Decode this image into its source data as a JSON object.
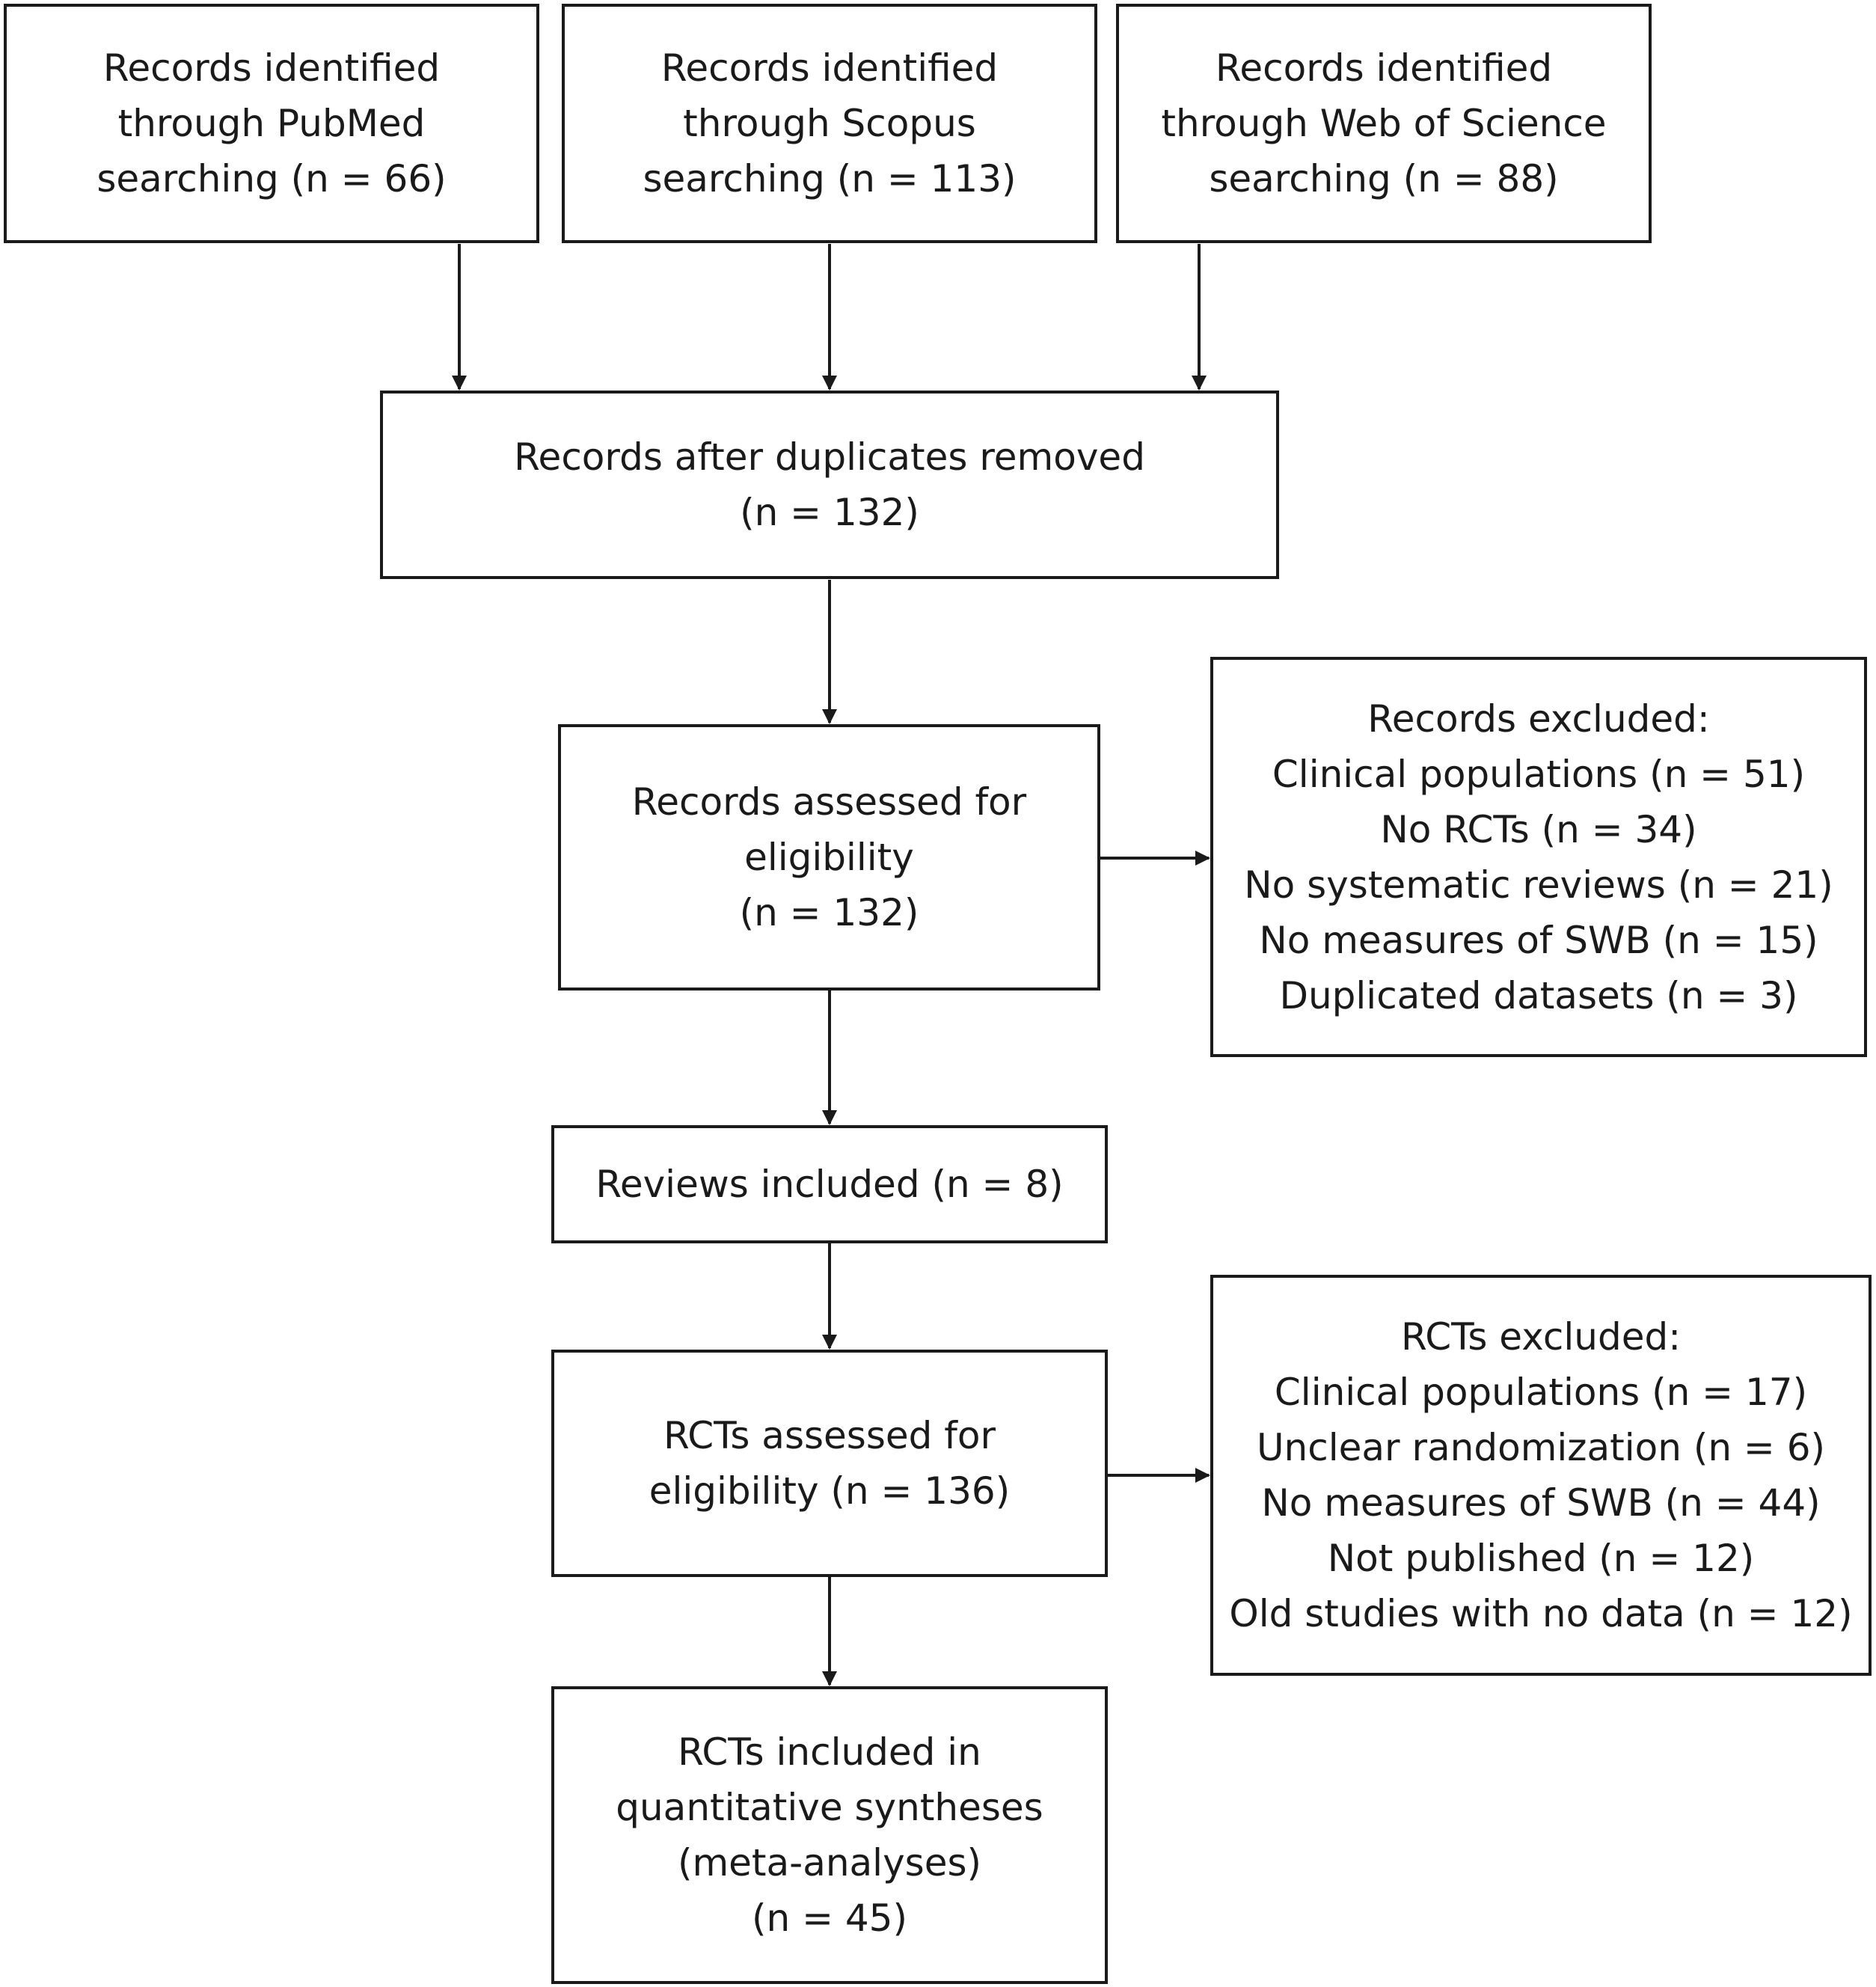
{
  "diagram": {
    "sources": [
      {
        "lines": [
          "Records identified",
          "through PubMed",
          "searching (n = 66)"
        ]
      },
      {
        "lines": [
          "Records identified",
          "through Scopus",
          "searching (n = 113)"
        ]
      },
      {
        "lines": [
          "Records identified",
          "through Web of Science",
          "searching (n = 88)"
        ]
      }
    ],
    "dedup": {
      "lines": [
        "Records after duplicates removed",
        "(n = 132)"
      ]
    },
    "assessed": {
      "lines": [
        "Records assessed for",
        "eligibility",
        "(n = 132)"
      ]
    },
    "records_excluded": {
      "lines": [
        "Records excluded:",
        "Clinical populations (n = 51)",
        "No RCTs (n = 34)",
        "No systematic reviews (n = 21)",
        "No measures of SWB (n = 15)",
        "Duplicated datasets (n = 3)"
      ]
    },
    "reviews_included": {
      "lines": [
        "Reviews included (n = 8)"
      ]
    },
    "rcts_assessed": {
      "lines": [
        "RCTs assessed for",
        "eligibility (n = 136)"
      ]
    },
    "rcts_excluded": {
      "lines": [
        "RCTs excluded:",
        "Clinical populations (n = 17)",
        "Unclear randomization (n = 6)",
        "No measures of SWB (n = 44)",
        "Not published (n = 12)",
        "Old studies with no data (n = 12)"
      ]
    },
    "rcts_included": {
      "lines": [
        "RCTs included in",
        "quantitative syntheses",
        "(meta-analyses)",
        "(n = 45)"
      ]
    }
  }
}
